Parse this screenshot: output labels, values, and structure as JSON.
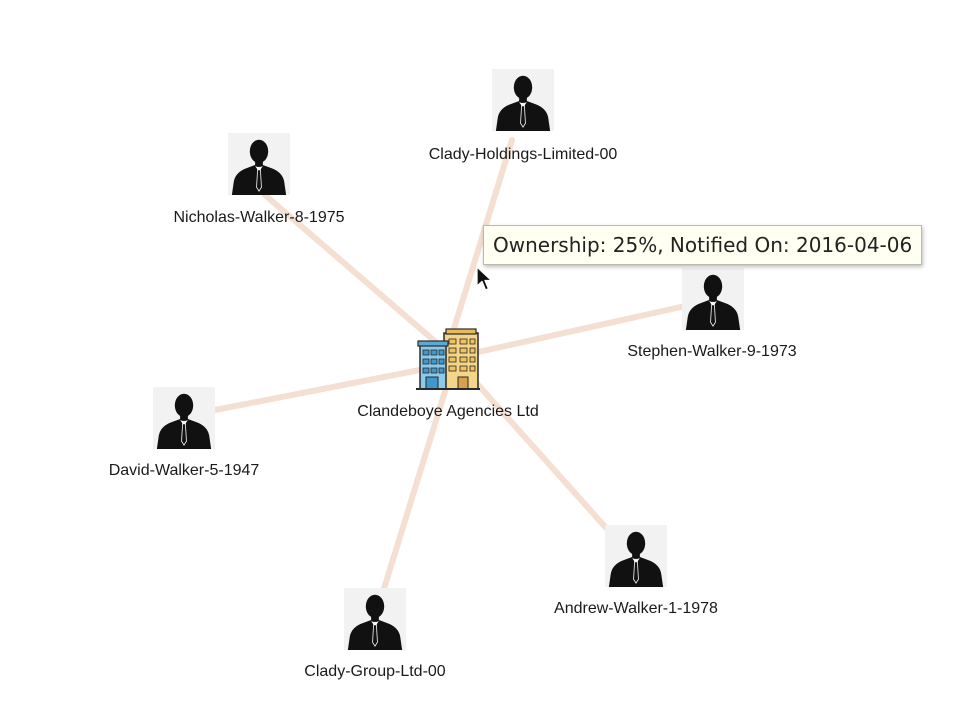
{
  "graph": {
    "center": {
      "label": "Clandeboye Agencies Ltd",
      "icon": "office-building-icon"
    },
    "nodes": [
      {
        "id": "clady-holdings",
        "label": "Clady-Holdings-Limited-00",
        "icon": "person-silhouette-icon"
      },
      {
        "id": "nicholas",
        "label": "Nicholas-Walker-8-1975",
        "icon": "person-silhouette-icon"
      },
      {
        "id": "stephen",
        "label": "Stephen-Walker-9-1973",
        "icon": "person-silhouette-icon"
      },
      {
        "id": "david",
        "label": "David-Walker-5-1947",
        "icon": "person-silhouette-icon"
      },
      {
        "id": "andrew",
        "label": "Andrew-Walker-1-1978",
        "icon": "person-silhouette-icon"
      },
      {
        "id": "clady-group",
        "label": "Clady-Group-Ltd-00",
        "icon": "person-silhouette-icon"
      }
    ],
    "edge_color": "#f5dfd2"
  },
  "tooltip": {
    "text": "Ownership: 25%, Notified On: 2016-04-06"
  }
}
